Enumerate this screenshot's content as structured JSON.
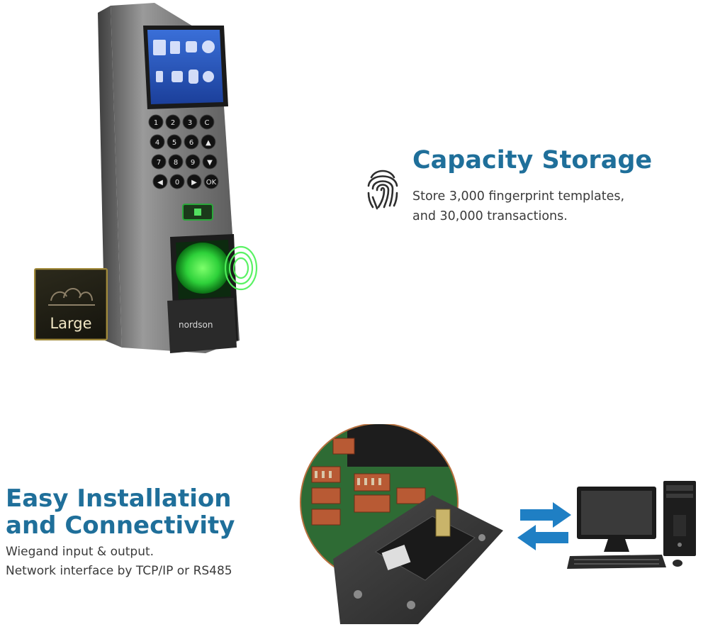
{
  "badge": {
    "label": "Large"
  },
  "device": {
    "brand": "nordson"
  },
  "capacity": {
    "title": "Capacity Storage",
    "desc_line1": "Store 3,000 fingerprint templates,",
    "desc_line2": "and 30,000 transactions."
  },
  "installation": {
    "title_line1": "Easy Installation",
    "title_line2": "and Connectivity",
    "desc_line1": "Wiegand input & output.",
    "desc_line2": "Network interface by TCP/IP or RS485"
  },
  "keypad": {
    "keys": [
      "1",
      "2",
      "3",
      "C",
      "4",
      "5",
      "6",
      "▲",
      "7",
      "8",
      "9",
      "▼",
      "◀",
      "0",
      "▶",
      "OK"
    ]
  },
  "colors": {
    "accent": "#1f6f9a",
    "arrow": "#1f7fc4",
    "fingerprint_glow": "#3ee04a"
  },
  "icons": {
    "capacity": "fingerprint-icon",
    "transfer": "bidirectional-arrows-icon",
    "computer": "desktop-computer-icon"
  }
}
